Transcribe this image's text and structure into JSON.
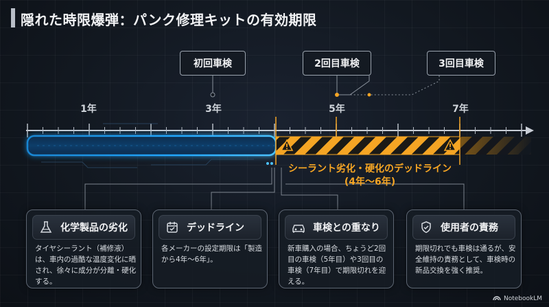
{
  "title": "隠れた時限爆弾：パンク修理キットの有効期限",
  "timeline": {
    "year_labels": [
      "1年",
      "3年",
      "5年",
      "7年"
    ],
    "callouts": [
      "初回車検",
      "2回目車検",
      "3回目車検"
    ],
    "deadline_line1": "シーラント劣化・硬化のデッドライン",
    "deadline_line2": "(4年〜6年)"
  },
  "cards": [
    {
      "icon": "flask-icon",
      "title": "化学製品の劣化",
      "body": "タイヤシーラント（補修液）は、車内の過酷な温度変化に晒され、徐々に成分が分離・硬化する。"
    },
    {
      "icon": "calendar-check-icon",
      "title": "デッドライン",
      "body": "各メーカーの設定期限は「製造から4年〜6年」。"
    },
    {
      "icon": "car-icon",
      "title": "車検との重なり",
      "body": "新車購入の場合、ちょうど2回目の車検（5年目）や3回目の車検（7年目）で期限切れを迎える。"
    },
    {
      "icon": "shield-check-icon",
      "title": "使用者の責務",
      "body": "期限切れでも車検は通るが、安全維持の責務として、車検時の新品交換を強く推奨。"
    }
  ],
  "brand": "NotebookLM",
  "colors": {
    "blue_bar": "#1ea7ff",
    "warning": "#f5a524",
    "background": "#121820"
  }
}
